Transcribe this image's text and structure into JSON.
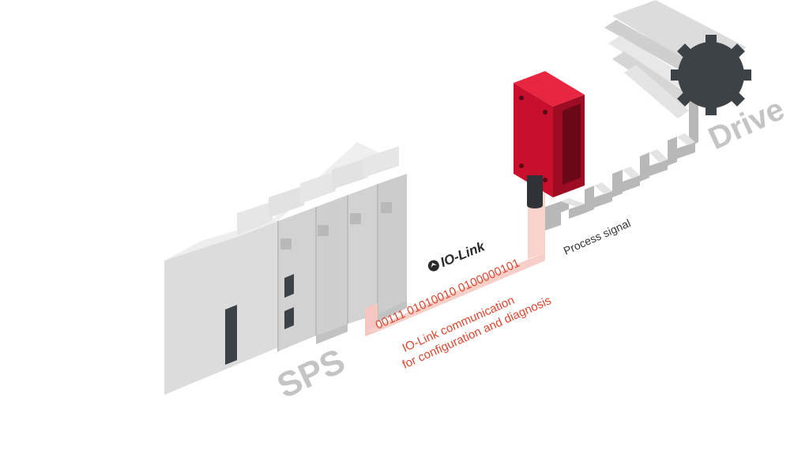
{
  "labels": {
    "sps": "SPS",
    "drive": "Drive",
    "iolink_logo_text": "IO-Link",
    "binary_data": "00111 01010010 0100000101",
    "communication_line1": "IO-Link communication",
    "communication_line2": "for configuration and diagnosis",
    "process_signal": "Process signal"
  },
  "colors": {
    "sensor_red": "#c8102e",
    "link_text_red": "#e0452e",
    "signal_grey": "#b8b8b8",
    "label_grey": "#c4c4c4",
    "dark_grey": "#3d4246"
  }
}
